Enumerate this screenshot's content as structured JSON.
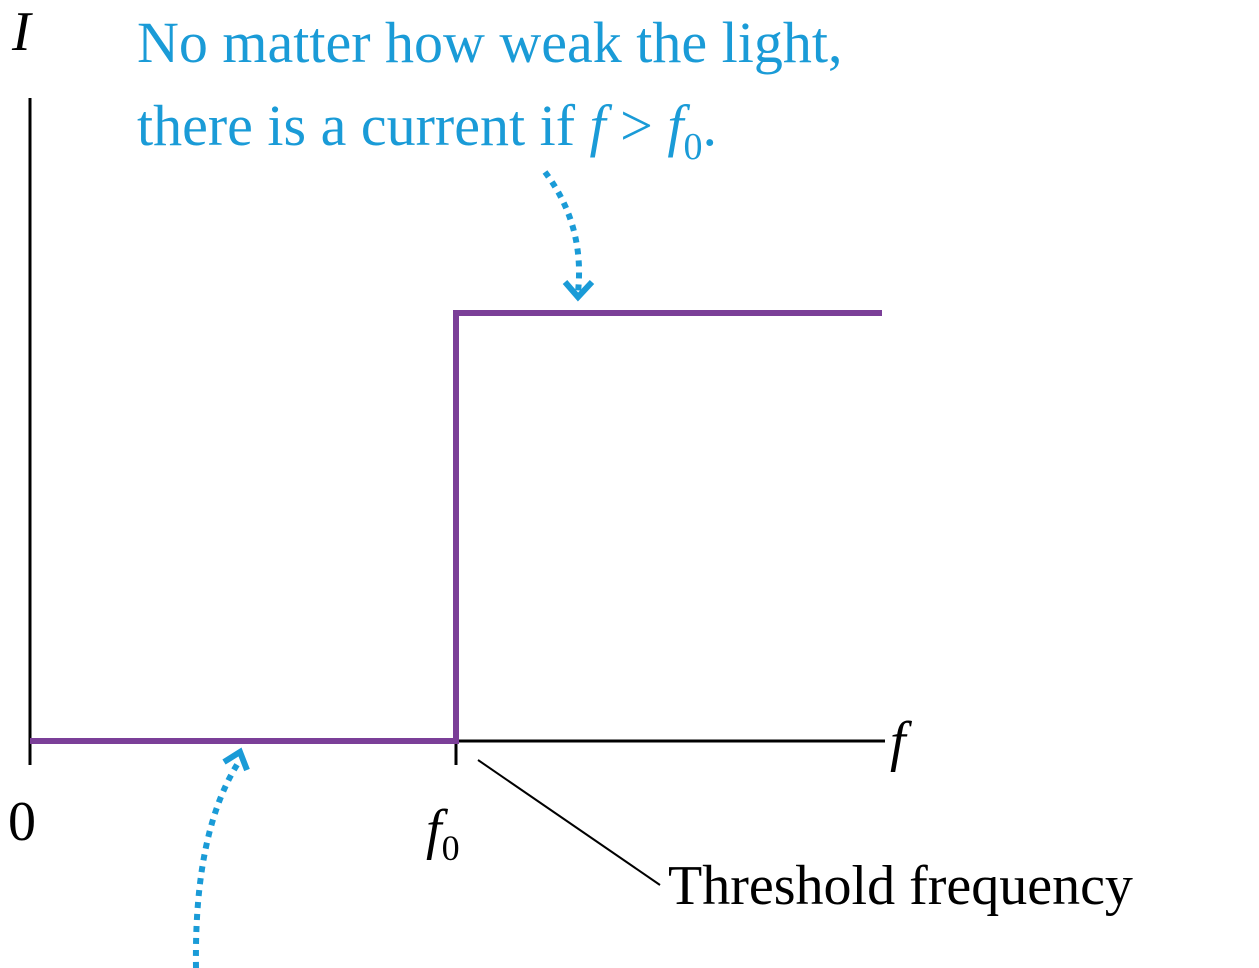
{
  "axes": {
    "y_label": "I",
    "x_label": "f",
    "origin_label": "0",
    "threshold_tick": {
      "symbol": "f",
      "subscript": "0"
    }
  },
  "callouts": {
    "top": {
      "line1": "No matter how weak the light,",
      "line2_prefix": "there is a current if ",
      "line2_var": "f",
      "line2_op": " > ",
      "line2_var2": "f",
      "line2_sub": "0",
      "line2_end": "."
    },
    "threshold_label": "Threshold frequency"
  },
  "colors": {
    "axis": "#000000",
    "curve": "#7b3f98",
    "callout": "#1a9bd7"
  },
  "chart_data": {
    "type": "line",
    "series": [
      {
        "x": [
          0,
          1,
          1,
          2
        ],
        "y": [
          0,
          0,
          1,
          1
        ]
      }
    ],
    "xlabel": "f",
    "ylabel": "I",
    "x_ticks": [
      "0",
      "f0"
    ]
  }
}
